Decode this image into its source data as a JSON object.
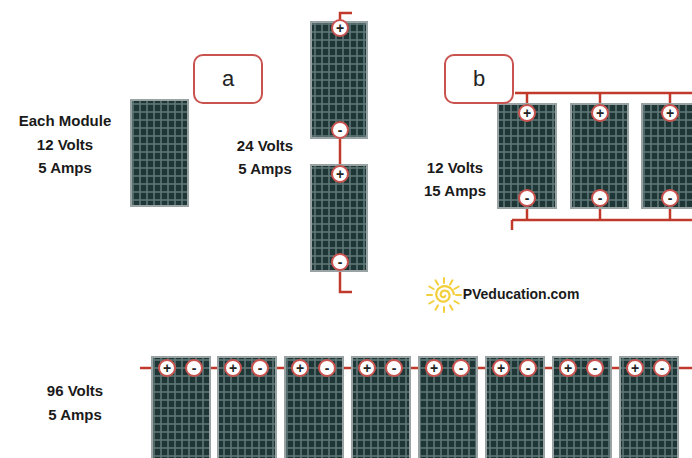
{
  "diagram": {
    "nodes": [
      {
        "text": [
          "a"
        ]
      },
      {
        "text": [
          "b"
        ]
      }
    ],
    "labels": [
      "Each Module",
      "12 Volts",
      "5 Amps",
      "24 Volts",
      "5 Amps",
      "12 Volts",
      "15 Amps",
      "PVeducation.com",
      "96 Volts",
      "5 Amps",
      "+",
      "-",
      "+",
      "-",
      "+",
      "+",
      "+",
      "-",
      "-",
      "-",
      "+",
      "-",
      "+",
      "-",
      "+",
      "-",
      "+",
      "-",
      "+",
      "-",
      "+",
      "-",
      "+",
      "-",
      "+",
      "-"
    ]
  }
}
